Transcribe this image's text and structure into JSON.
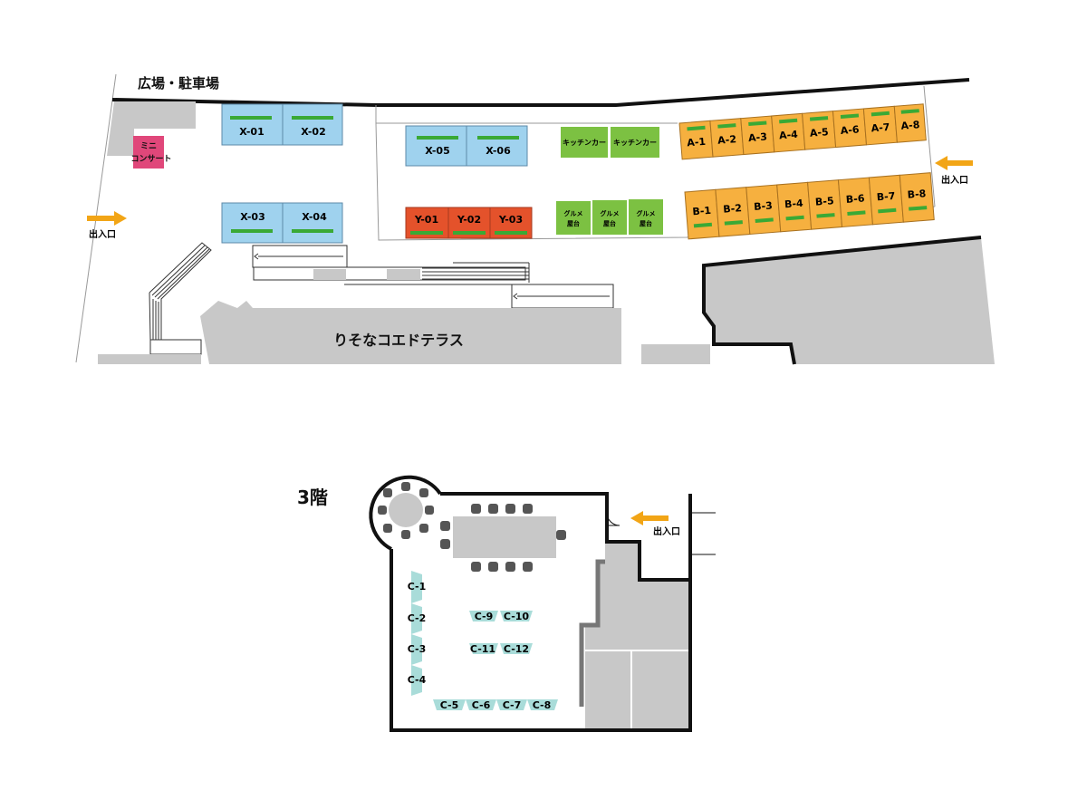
{
  "ground": {
    "plaza_label": "広場・駐車場",
    "mini_concert": [
      "ミニ",
      "コンサート"
    ],
    "terrace_label": "りそなコエドテラス",
    "entrance_label": "出入口",
    "x_booths": [
      "X-01",
      "X-02",
      "X-03",
      "X-04",
      "X-05",
      "X-06"
    ],
    "y_booths": [
      "Y-01",
      "Y-02",
      "Y-03"
    ],
    "kitchen_cars": [
      "キッチンカー",
      "キッチンカー"
    ],
    "gourmet_stalls": [
      [
        "グルメ",
        "屋台"
      ],
      [
        "グルメ",
        "屋台"
      ],
      [
        "グルメ",
        "屋台"
      ]
    ],
    "a_booths": [
      "A-1",
      "A-2",
      "A-3",
      "A-4",
      "A-5",
      "A-6",
      "A-7",
      "A-8"
    ],
    "b_booths": [
      "B-1",
      "B-2",
      "B-3",
      "B-4",
      "B-5",
      "B-6",
      "B-7",
      "B-8"
    ]
  },
  "floor3": {
    "title": "3階",
    "entrance_label": "出入口",
    "c_booths": [
      "C-1",
      "C-2",
      "C-3",
      "C-4",
      "C-5",
      "C-6",
      "C-7",
      "C-8",
      "C-9",
      "C-10",
      "C-11",
      "C-12"
    ]
  },
  "colors": {
    "x_booth": "#9fd2ee",
    "y_booth": "#e4522b",
    "kitchen": "#7cc142",
    "a_b_booth": "#f6b03f",
    "mini_concert": "#e0477a",
    "arrow": "#f2a516",
    "green_bar": "#3aa935",
    "building": "#c8c8c8",
    "c_booth": "#a9dcd9"
  }
}
